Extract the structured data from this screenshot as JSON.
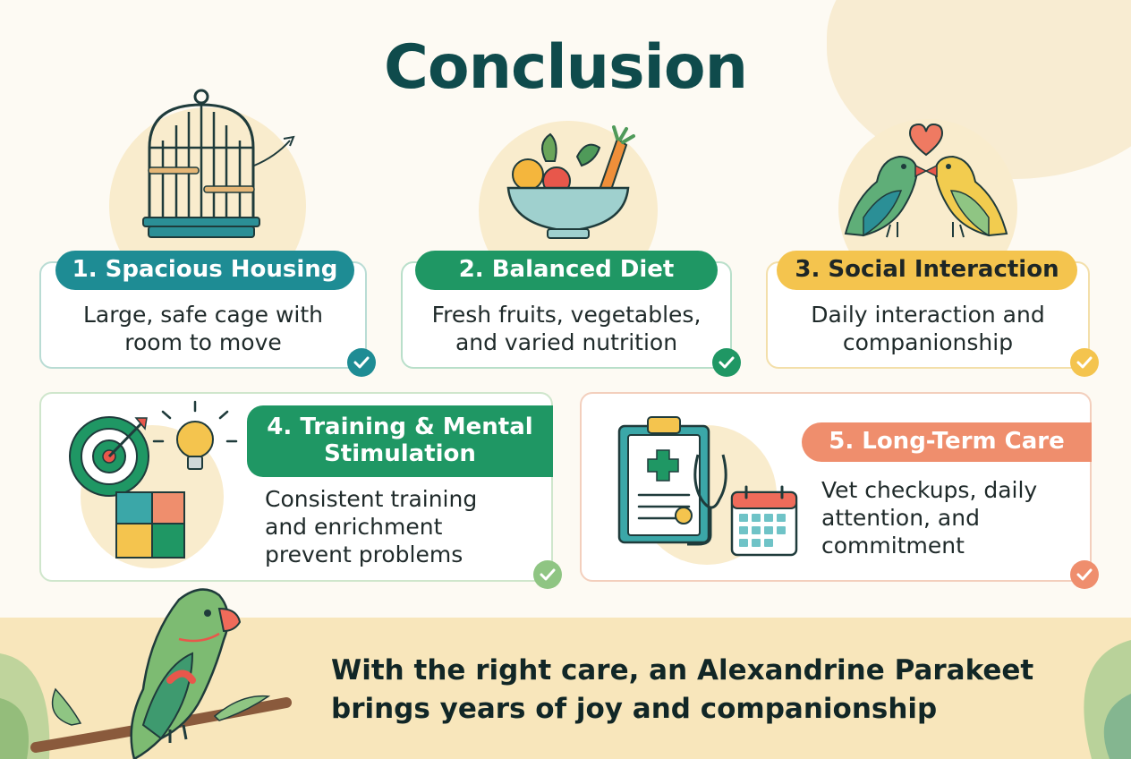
{
  "title": "Conclusion",
  "colors": {
    "teal": "#1e8c94",
    "green": "#1f9764",
    "yellow": "#f4c44e",
    "coral": "#ef8e6d",
    "light_green": "#8fc583"
  },
  "cards": [
    {
      "label": "1. Spacious Housing",
      "text_lines": [
        "Large, safe cage with",
        "room to move"
      ],
      "icon": "birdcage-icon"
    },
    {
      "label": "2. Balanced Diet",
      "text_lines": [
        "Fresh fruits, vegetables,",
        "and varied nutrition"
      ],
      "icon": "food-bowl-icon"
    },
    {
      "label": "3. Social Interaction",
      "text_lines": [
        "Daily interaction and",
        "companionship"
      ],
      "icon": "parakeet-pair-heart-icon"
    },
    {
      "label_lines": [
        "4. Training & Mental",
        "Stimulation"
      ],
      "text_lines": [
        "Consistent training",
        "and enrichment",
        "prevent problems"
      ],
      "icon": "target-lightbulb-puzzle-icon"
    },
    {
      "label": "5. Long-Term Care",
      "text_lines": [
        "Vet checkups, daily",
        "attention, and",
        "commitment"
      ],
      "icon": "medical-clipboard-icon"
    }
  ],
  "footer": {
    "lines": [
      "With the right care, an Alexandrine Parakeet",
      "brings years of joy and companionship"
    ]
  }
}
